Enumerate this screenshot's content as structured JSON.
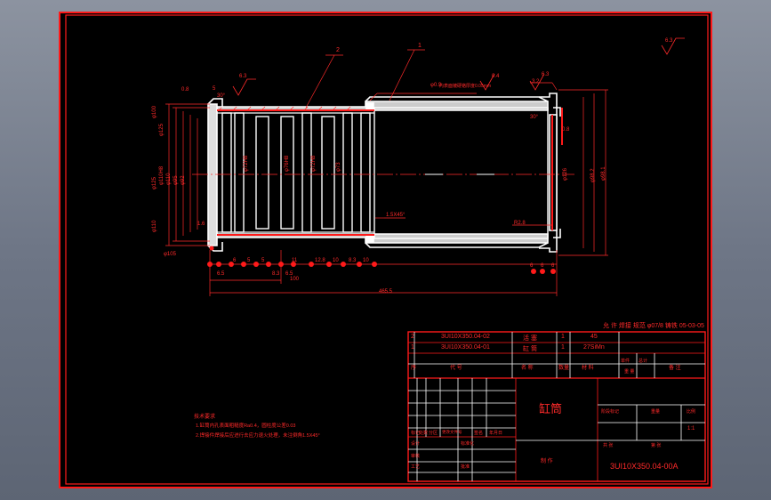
{
  "drawing": {
    "part_title": "缸筒",
    "drawing_number": "3UI10X350.04-00A",
    "scale": "1:1",
    "material_label": "制  作",
    "change_note": "允 许 焊接 规范 φ07/8 铸铁 05-03-05"
  },
  "bom": {
    "rows": [
      {
        "index": "2",
        "code": "3UI10X350.04-02",
        "name": "活  塞",
        "qty": "1",
        "material": "45"
      },
      {
        "index": "1",
        "code": "3UI10X350.04-01",
        "name": "缸  筒",
        "qty": "1",
        "material": "27SiMn"
      }
    ],
    "headers": [
      "序",
      "代  号",
      "名  称",
      "数量",
      "材  料",
      "单件",
      "总计",
      "重  量",
      "备  注"
    ]
  },
  "title_block": {
    "labels": [
      "标记",
      "处数",
      "分区",
      "更改文件号",
      "签名",
      "年月日",
      "设计",
      "标准化",
      "审核",
      "工艺",
      "批准",
      "阶段标记",
      "重量",
      "比例",
      "共  张",
      "第  张"
    ]
  },
  "notes": {
    "heading": "技术要求",
    "lines": [
      "1.缸筒内孔表面粗糙度Ra0.4，圆柱度公差0.03",
      "2.焊接件焊接后应进行去应力退火处理，未注倒角1.5X45°"
    ]
  },
  "balloons": [
    "1",
    "2"
  ],
  "dimensions": {
    "top": [
      "0.8",
      "5",
      "30°",
      "6.3",
      "φ0.9",
      "内表面镀硬铬厚度0.05mm",
      "0.4",
      "3.2",
      "6.3",
      "30°"
    ],
    "left": [
      "φ100",
      "φ125",
      "φ110H8",
      "φ110",
      "φ95",
      "φ92",
      "φ110",
      "φ125",
      "1.6",
      "φ105"
    ],
    "bottom": [
      "6.5",
      "6",
      "5",
      "5",
      "8.3",
      "11",
      "12.8",
      "10",
      "8.3",
      "10",
      "6.5"
    ],
    "overall": [
      "100",
      "465.5"
    ],
    "chamfer": "1.5X45°",
    "right": [
      "φ98.1",
      "φ98.2",
      "φ126",
      "R2.8",
      "0.8",
      "6",
      "6",
      "6"
    ],
    "roughness_corner": "6.3",
    "section_labels": [
      "φ72H8",
      "φ76H8",
      "φ72H8",
      "φ73"
    ]
  }
}
